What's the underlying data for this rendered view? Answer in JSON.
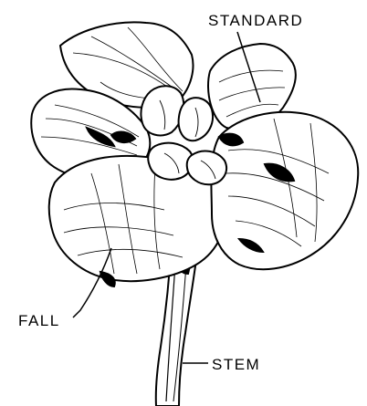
{
  "labels": {
    "standard": "STANDARD",
    "fall": "FALL",
    "stem": "STEM"
  },
  "colors": {
    "ink": "#000000",
    "paper": "#ffffff"
  }
}
